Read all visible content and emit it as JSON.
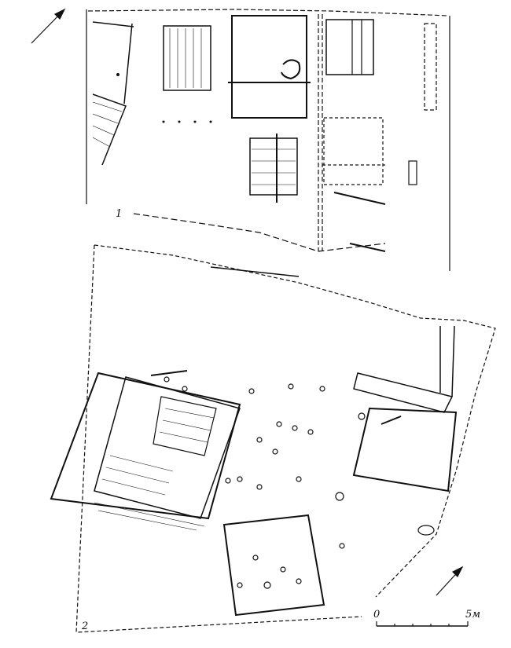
{
  "plans": [
    {
      "label": "1"
    },
    {
      "label": "2"
    }
  ],
  "scale_bar": {
    "start_label": "0",
    "end_label": "5м",
    "divisions": 5
  },
  "north_arrow": {
    "icon": "north-arrow-icon"
  },
  "colors": {
    "ink": "#111111",
    "paper": "#ffffff"
  }
}
